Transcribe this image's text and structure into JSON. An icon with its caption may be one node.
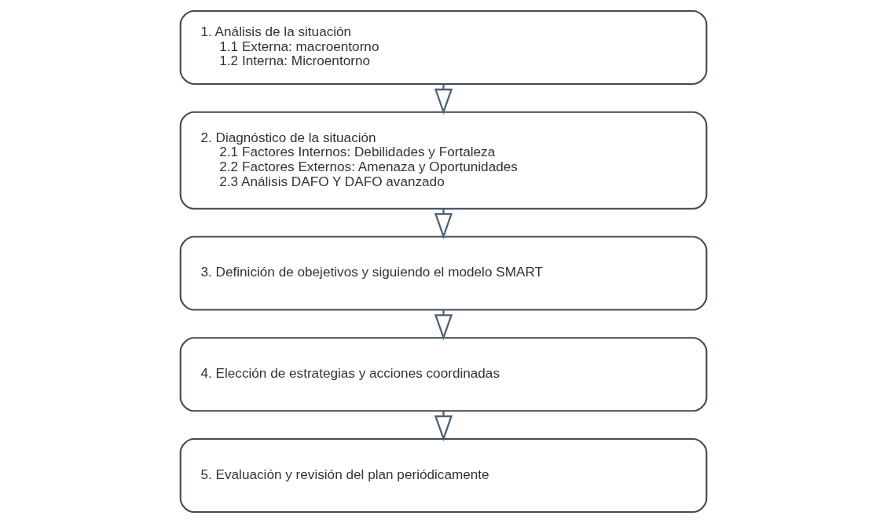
{
  "diagram": {
    "nodes": [
      {
        "text": [
          "1. Análisis de la situación",
          "1.1 Externa: macroentorno",
          "1.2 Interna: Microentorno"
        ]
      },
      {
        "text": [
          "2. Diagnóstico de la situación",
          "2.1 Factores Internos: Debilidades y Fortaleza",
          "2.2 Factores Externos: Amenaza y Oportunidades",
          "2.3 Análisis DAFO Y DAFO avanzado"
        ]
      },
      {
        "text": [
          "3. Definición de obejetivos y siguiendo el modelo SMART"
        ]
      },
      {
        "text": [
          "4. Elección de estrategias y acciones coordinadas"
        ]
      },
      {
        "text": [
          "5. Evaluación y revisión del plan periódicamente"
        ]
      }
    ],
    "edges": [
      {
        "from": 0,
        "to": 1,
        "arrow": "to"
      },
      {
        "from": 1,
        "to": 2,
        "arrow": "to"
      },
      {
        "from": 2,
        "to": 3,
        "arrow": "to"
      },
      {
        "from": 3,
        "to": 4,
        "arrow": "to"
      }
    ]
  }
}
